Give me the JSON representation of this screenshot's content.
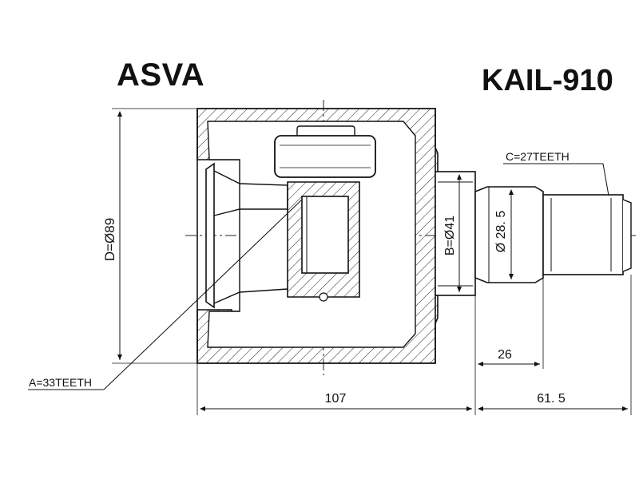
{
  "header": {
    "brand": "ASVA",
    "part_number": "KAIL-910"
  },
  "labels": {
    "spline_c": "C=27TEETH",
    "spline_a": "A=33TEETH",
    "dim_d": "D=Ø89",
    "dim_b": "B=Ø41",
    "dim_shaft": "Ø 28. 5",
    "dim_overall": "107",
    "dim_stub": "61. 5",
    "dim_spline_len": "26"
  }
}
